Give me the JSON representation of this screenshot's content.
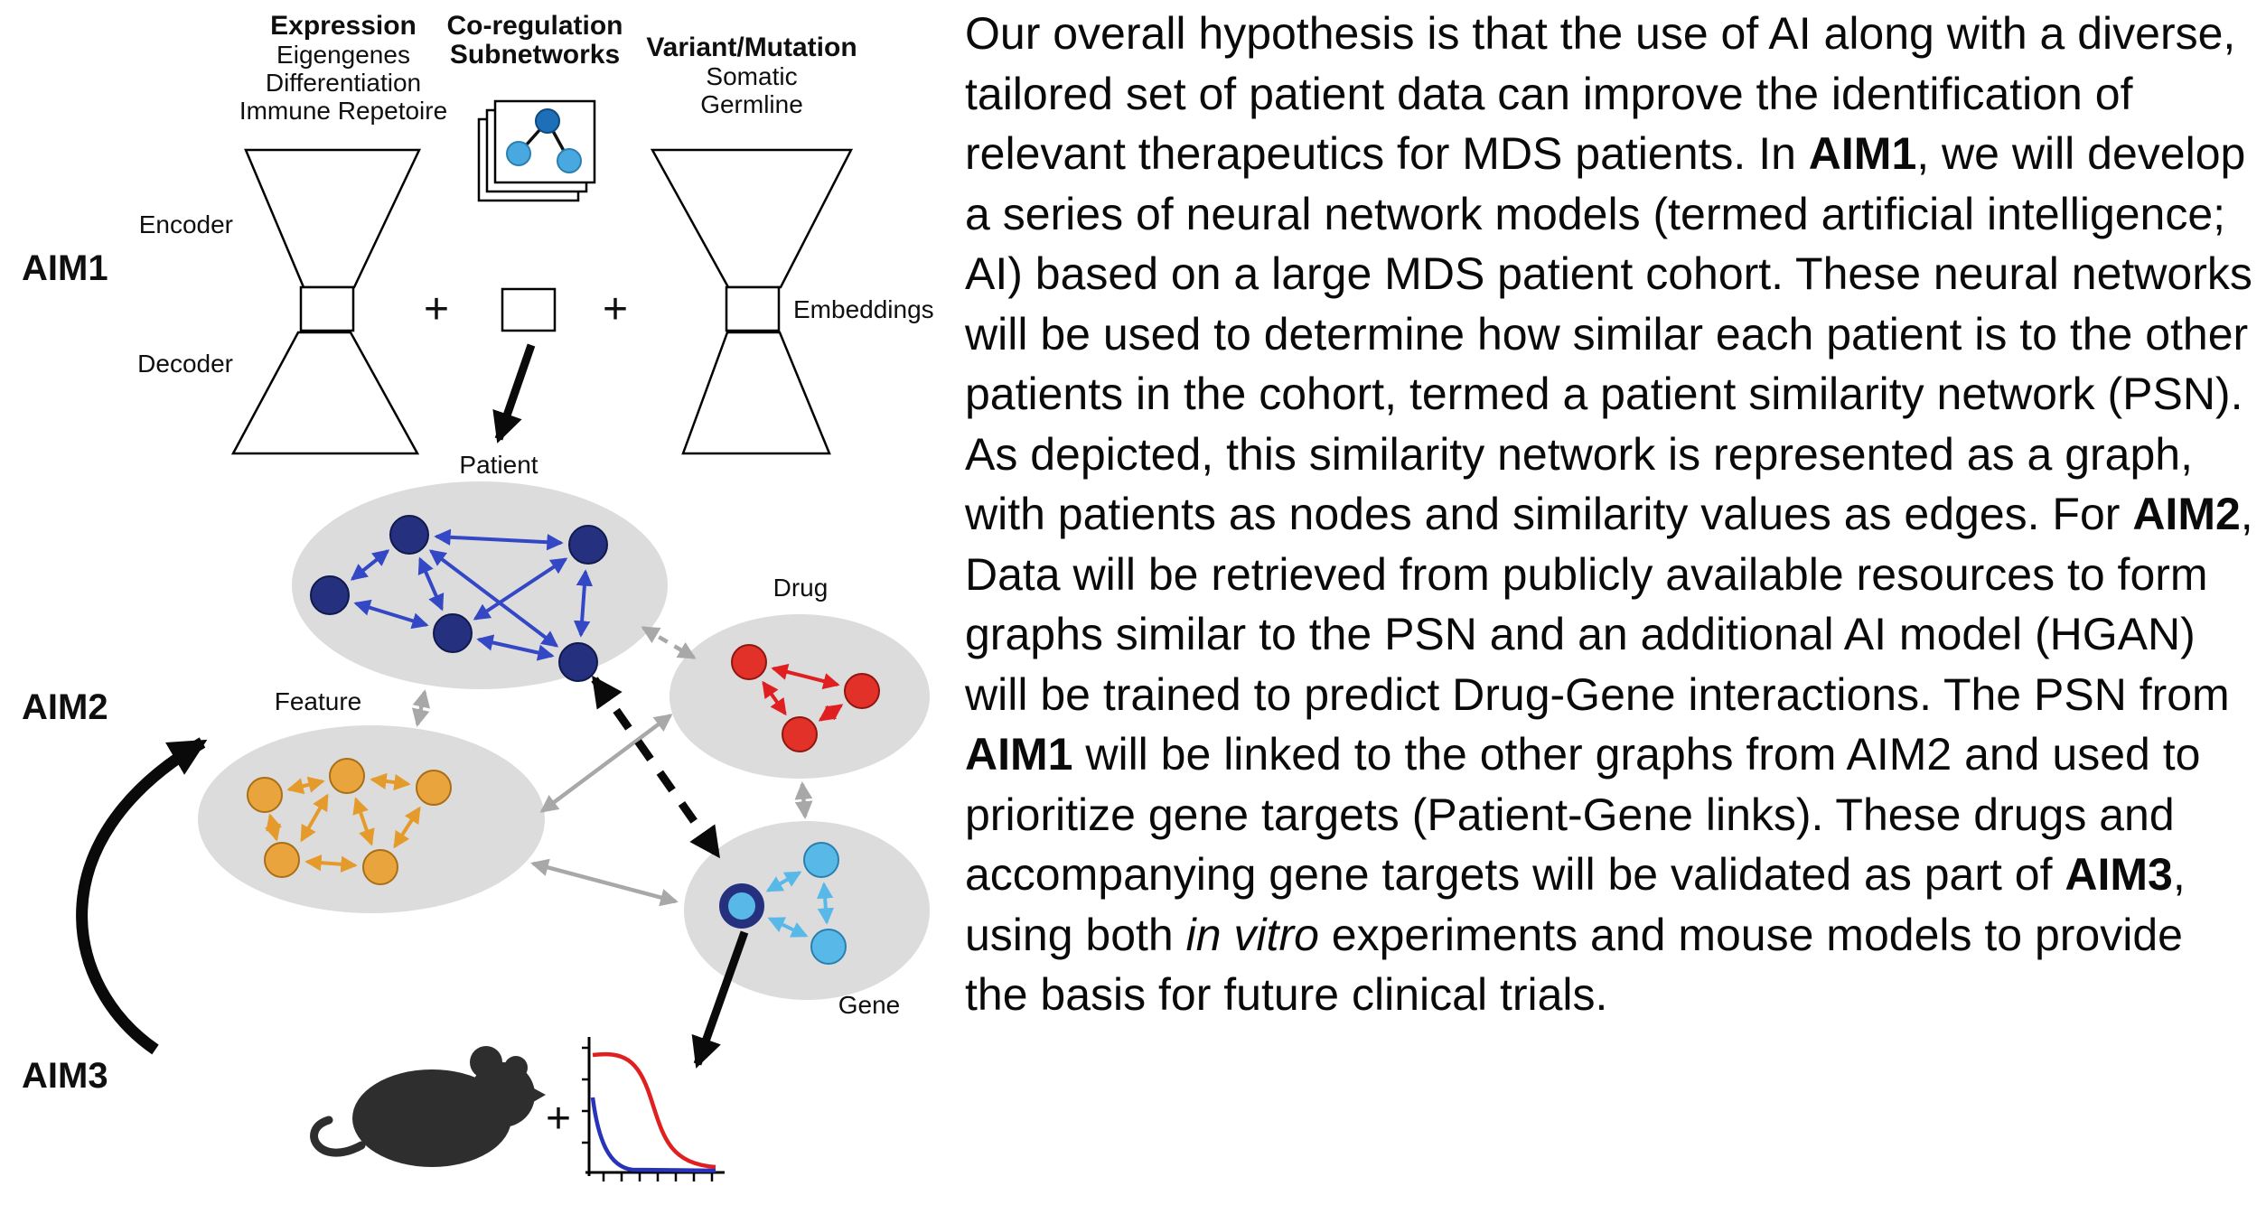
{
  "symbols": {
    "plus": "+"
  },
  "aims": {
    "aim1": "AIM1",
    "aim2": "AIM2",
    "aim3": "AIM3"
  },
  "inputs": {
    "expression": {
      "title": "Expression",
      "line1": "Eigengenes",
      "line2": "Differentiation",
      "line3": "Immune Repetoire"
    },
    "coregulation": {
      "title_line1": "Co-regulation",
      "title_line2": "Subnetworks"
    },
    "variant": {
      "title": "Variant/Mutation",
      "line1": "Somatic",
      "line2": "Germline"
    }
  },
  "autoencoder": {
    "encoder": "Encoder",
    "decoder": "Decoder",
    "embeddings": "Embeddings"
  },
  "networks": {
    "patient": "Patient",
    "feature": "Feature",
    "drug": "Drug",
    "gene": "Gene"
  },
  "colors": {
    "patient_node": "#25317f",
    "patient_edge": "#3447c5",
    "drug_node": "#e23128",
    "drug_edge": "#e02020",
    "feature_node": "#eaa43e",
    "feature_edge": "#e59b2c",
    "gene_node": "#58b9e8",
    "gene_edge": "#58b9e8",
    "ellipse_bg": "#dcdcdc",
    "arrow_gray": "#a8a8a8",
    "mouse": "#2e2e2e",
    "curve_red": "#e02020",
    "curve_blue": "#2733b8"
  },
  "description": {
    "segments": [
      {
        "text": "Our overall hypothesis is that the use of AI along with a diverse, tailored set of patient data can improve the identification of relevant therapeutics for MDS patients. In "
      },
      {
        "text": "AIM1",
        "bold": true
      },
      {
        "text": ", we will develop a series of neural network models (termed artificial intelligence; AI) based on a large MDS patient cohort.  These neural networks will be used to determine how similar each patient is to the other patients in the cohort, termed a patient similarity network (PSN).  As depicted, this similarity network is represented as a graph, with patients as nodes and similarity values as edges.  For "
      },
      {
        "text": "AIM2",
        "bold": true
      },
      {
        "text": ", Data will be retrieved from publicly available resources to form graphs similar to the PSN and an additional AI model (HGAN) will be trained to predict Drug-Gene interactions. The PSN from "
      },
      {
        "text": "AIM1",
        "bold": true
      },
      {
        "text": " will be linked to the other graphs from AIM2 and used to prioritize gene targets (Patient-Gene links).  These drugs and accompanying gene targets will be validated as part of "
      },
      {
        "text": "AIM3",
        "bold": true
      },
      {
        "text": ", using both "
      },
      {
        "text": "in vitro",
        "italic": true
      },
      {
        "text": " experiments and mouse models to provide the basis for future clinical trials."
      }
    ]
  }
}
